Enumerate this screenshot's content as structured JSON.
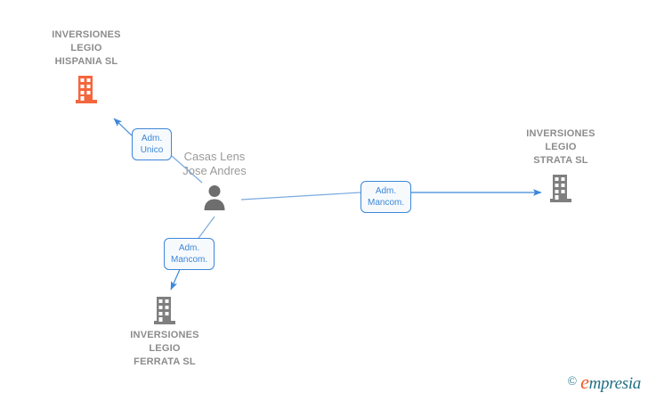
{
  "diagram": {
    "type": "relationship-graph",
    "background_color": "#ffffff",
    "accent_color": "#3c87d8",
    "highlight_color": "#f4663c",
    "entity_color": "#7f7f7f"
  },
  "nodes": [
    {
      "id": "hispania",
      "kind": "company",
      "icon": "building-icon",
      "label": "INVERSIONES\nLEGIO\nHISPANIA  SL",
      "color": "#f4663c",
      "highlighted": true
    },
    {
      "id": "person",
      "kind": "person",
      "icon": "person-icon",
      "label": "Casas Lens\nJose Andres",
      "color": "#6e6e6e",
      "highlighted": false
    },
    {
      "id": "strata",
      "kind": "company",
      "icon": "building-icon",
      "label": "INVERSIONES\nLEGIO\nSTRATA  SL",
      "color": "#7f7f7f",
      "highlighted": false
    },
    {
      "id": "ferrata",
      "kind": "company",
      "icon": "building-icon",
      "label": "INVERSIONES\nLEGIO\nFERRATA  SL",
      "color": "#7f7f7f",
      "highlighted": false
    }
  ],
  "relations": [
    {
      "id": "rel-unico",
      "label": "Adm.\nUnico",
      "from": "person",
      "to": "hispania"
    },
    {
      "id": "rel-mancom-strata",
      "label": "Adm.\nMancom.",
      "from": "person",
      "to": "strata"
    },
    {
      "id": "rel-mancom-ferrata",
      "label": "Adm.\nMancom.",
      "from": "person",
      "to": "ferrata"
    }
  ],
  "watermark": {
    "copyright": "©",
    "lead": "e",
    "rest": "mpresia"
  }
}
